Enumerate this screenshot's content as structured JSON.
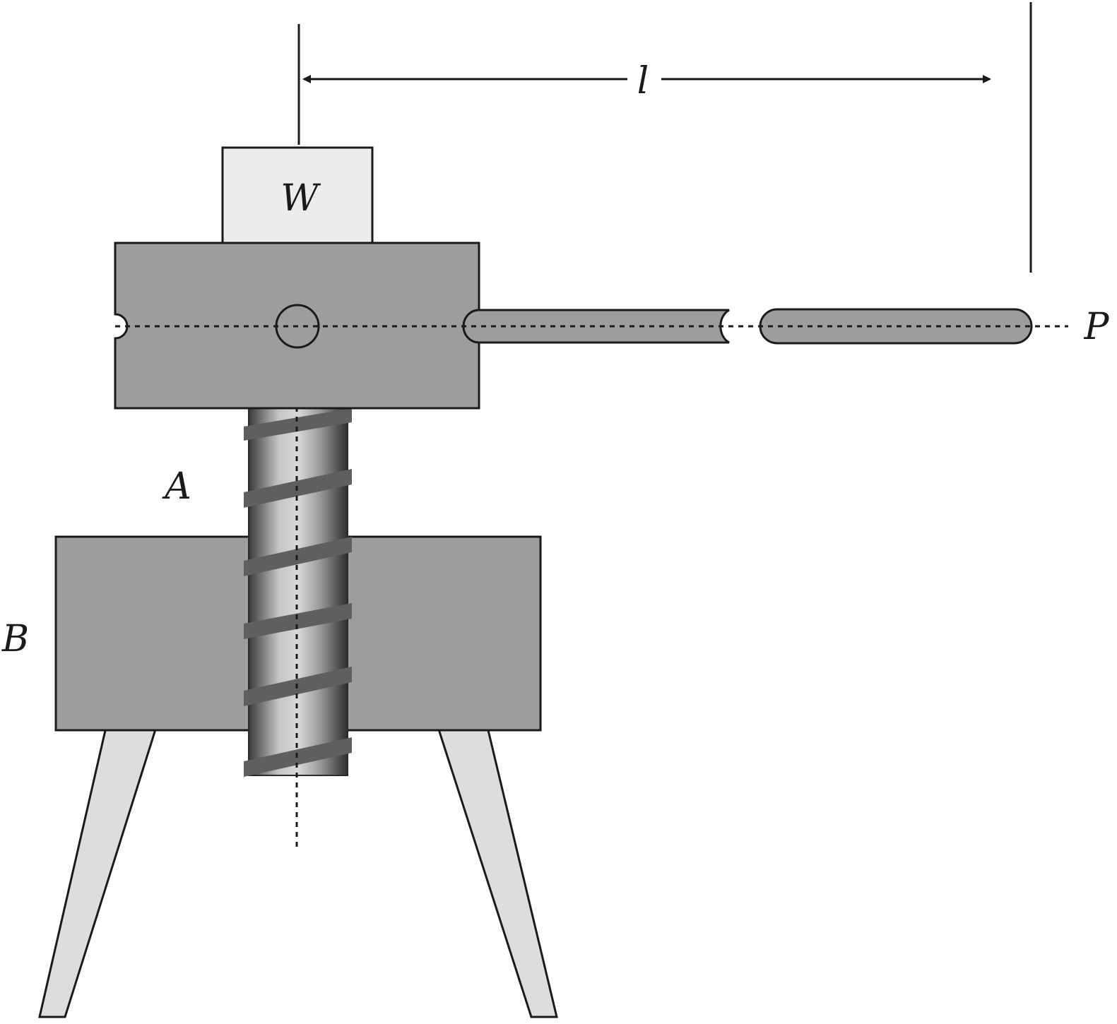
{
  "diagram": {
    "labels": {
      "length": "l",
      "load": "W",
      "screw": "A",
      "nut_body": "B",
      "effort": "P"
    },
    "colors": {
      "outline": "#1a1a1a",
      "body_fill": "#9d9d9d",
      "load_fill": "#ececec",
      "leg_fill": "#dcdddd",
      "thread_fill": "#5f5f5f",
      "background": "#ffffff"
    }
  }
}
